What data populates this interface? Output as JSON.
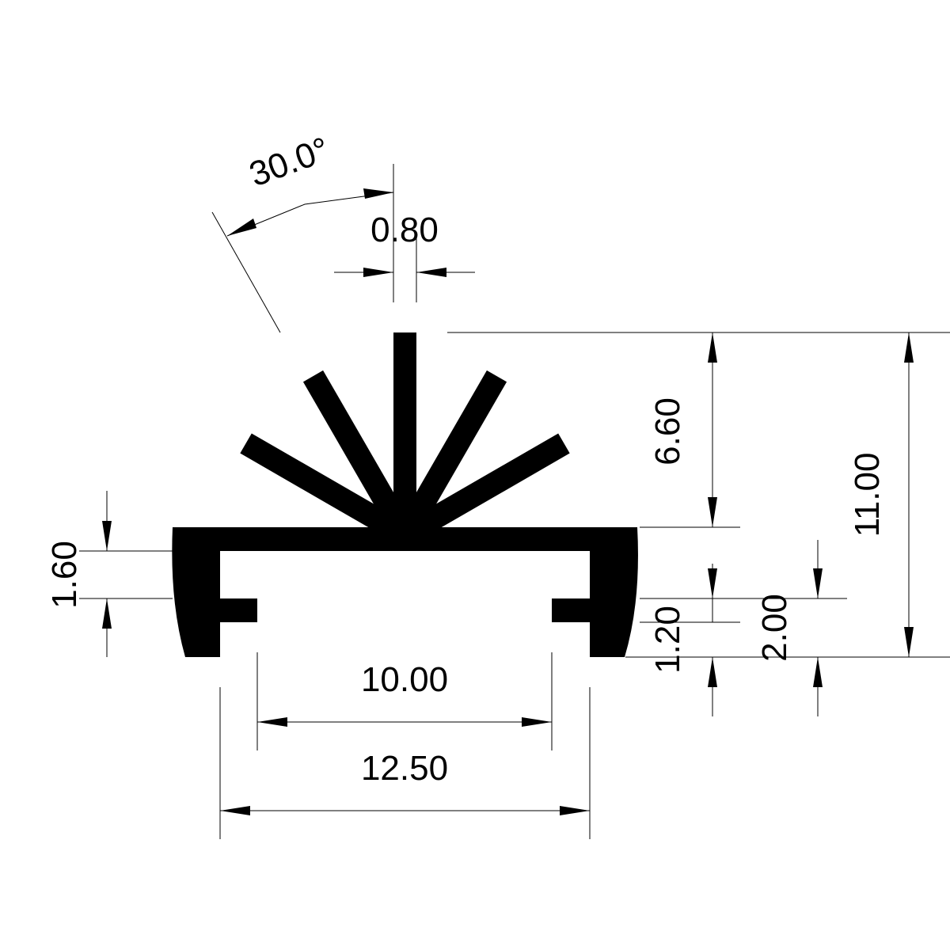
{
  "drawing": {
    "line_color": "#000000",
    "fill_color": "#000000",
    "background": "#ffffff"
  },
  "dimensions": {
    "angle": "30.0°",
    "fin_thickness": "0.80",
    "fin_height": "6.60",
    "total_height": "11.00",
    "side_wall": "1.60",
    "lip_height": "1.20",
    "base_gap": "2.00",
    "inner_width": "10.00",
    "outer_width": "12.50"
  }
}
